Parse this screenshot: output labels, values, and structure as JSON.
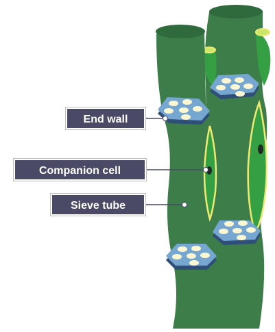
{
  "labels": {
    "end_wall": "End wall",
    "companion_cell": "Companion cell",
    "sieve_tube": "Sieve tube"
  },
  "colors": {
    "sieve_tube_green": "#3c7d4a",
    "sieve_tube_dark": "#2f6a3c",
    "companion_cell_green": "#35a043",
    "companion_cell_outline": "#f0ea73",
    "sieve_plate_blue": "#76a7d1",
    "sieve_plate_edge": "#2f4f78",
    "sieve_pore": "#fbf7d2",
    "label_background": "#4a4a66",
    "label_text": "#ffffff"
  }
}
